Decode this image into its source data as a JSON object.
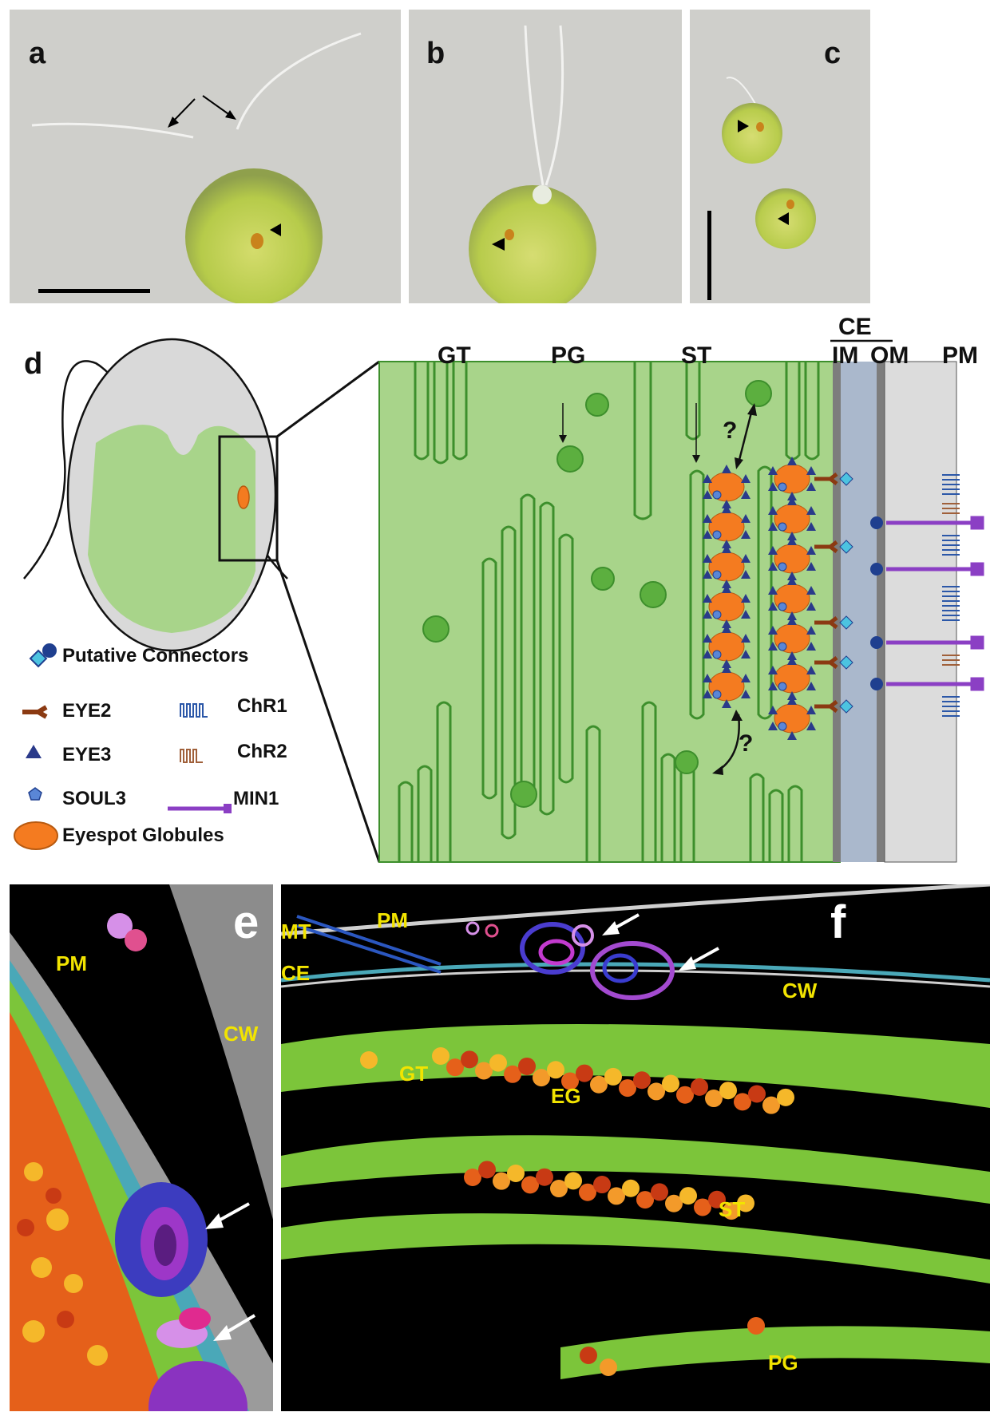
{
  "panels": {
    "a": {
      "label": "a"
    },
    "b": {
      "label": "b"
    },
    "c": {
      "label": "c"
    },
    "d": {
      "label": "d"
    },
    "e": {
      "label": "e",
      "pm": "PM",
      "cw": "CW"
    },
    "f": {
      "label": "f",
      "mt": "MT",
      "pm": "PM",
      "ce": "CE",
      "cw": "CW",
      "gt": "GT",
      "eg": "EG",
      "st": "ST",
      "pg": "PG"
    }
  },
  "diagram": {
    "top_labels": {
      "gt": "GT",
      "pg": "PG",
      "st": "ST",
      "ce": "CE",
      "im": "IM",
      "om": "OM",
      "pm": "PM"
    },
    "question_mark": "?"
  },
  "legend": {
    "connectors": "Putative Connectors",
    "eye2": "EYE2",
    "chr1": "ChR1",
    "eye3": "EYE3",
    "chr2": "ChR2",
    "soul3": "SOUL3",
    "min1": "MIN1",
    "globules": "Eyespot Globules"
  },
  "colors": {
    "chloroplast": "#a8d48a",
    "thylakoid": "#3d8f2c",
    "globule": "#f47b20",
    "eye3": "#2a3a8a",
    "eye2": "#8b3a12",
    "chr1": "#2b57a8",
    "chr2": "#a0603a",
    "min1": "#8b3fc4",
    "im": "#aab8cc",
    "om": "#d9d9d9",
    "yellow_label": "#f2e400"
  }
}
